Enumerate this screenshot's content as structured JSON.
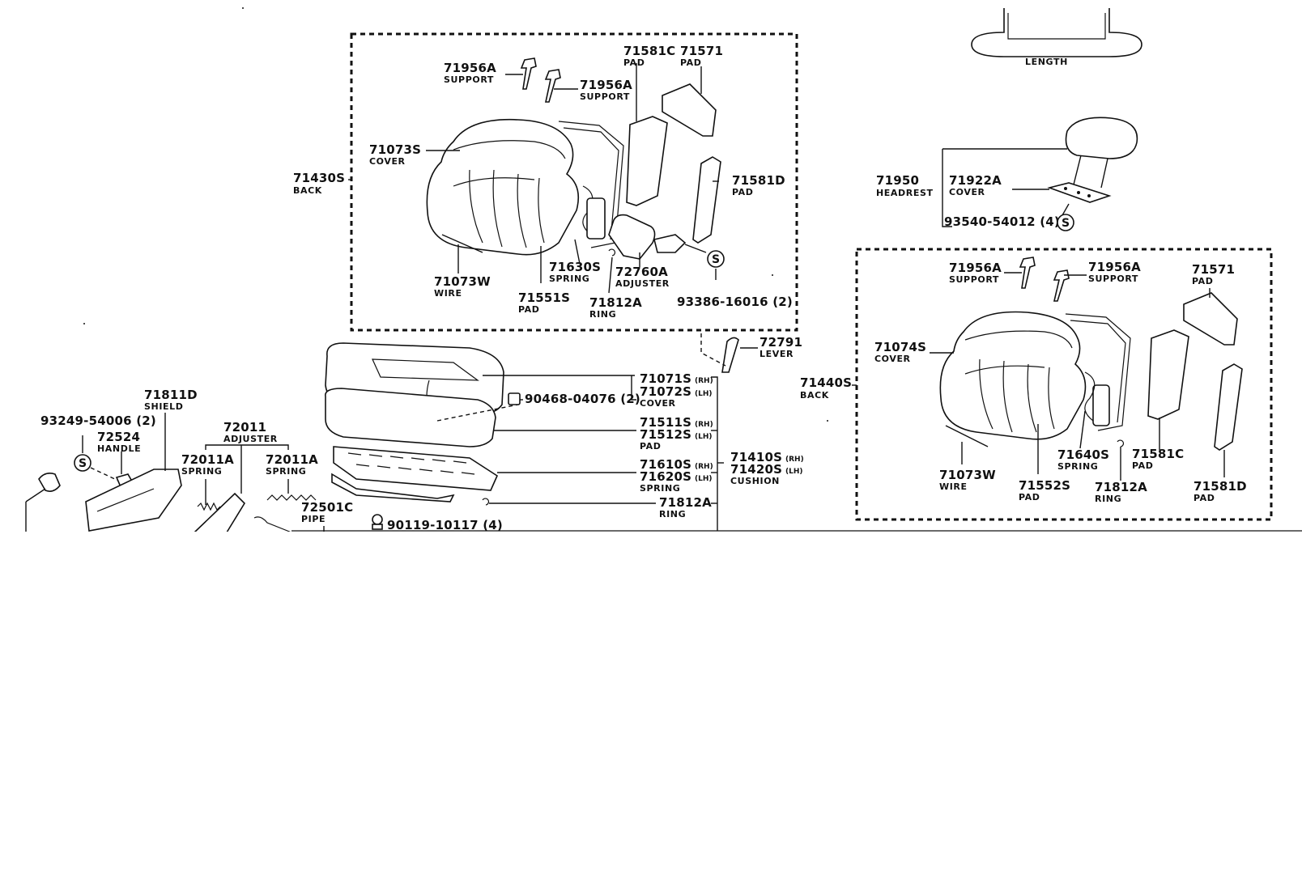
{
  "diagram": {
    "symbols": {
      "s": "S"
    },
    "headrest_group": {
      "length": "LENGTH",
      "p71950": {
        "pn": "71950",
        "name": "HEADREST"
      },
      "p71922A": {
        "pn": "71922A",
        "name": "COVER"
      },
      "p93540": {
        "pn": "93540-54012 (4)"
      }
    },
    "back_lh": {
      "p71430S": {
        "pn": "71430S",
        "name": "BACK"
      },
      "p71956A_1": {
        "pn": "71956A",
        "name": "SUPPORT"
      },
      "p71956A_2": {
        "pn": "71956A",
        "name": "SUPPORT"
      },
      "p71581C": {
        "pn": "71581C",
        "name": "PAD"
      },
      "p71571": {
        "pn": "71571",
        "name": "PAD"
      },
      "p71073S": {
        "pn": "71073S",
        "name": "COVER"
      },
      "p71581D": {
        "pn": "71581D",
        "name": "PAD"
      },
      "p71073W": {
        "pn": "71073W",
        "name": "WIRE"
      },
      "p71630S": {
        "pn": "71630S",
        "name": "SPRING"
      },
      "p72760A": {
        "pn": "72760A",
        "name": "ADJUSTER"
      },
      "p71551S": {
        "pn": "71551S",
        "name": "PAD"
      },
      "p71812A": {
        "pn": "71812A",
        "name": "RING"
      },
      "p93386": {
        "pn": "93386-16016 (2)"
      }
    },
    "cushion": {
      "p72791": {
        "pn": "72791",
        "name": "LEVER"
      },
      "p71071S": {
        "pn": "71071S",
        "suffix": "(RH)"
      },
      "p71072S": {
        "pn": "71072S",
        "suffix": "(LH)",
        "name": "COVER"
      },
      "p90468": {
        "pn": "90468-04076 (2)"
      },
      "p71511S": {
        "pn": "71511S",
        "suffix": "(RH)"
      },
      "p71512S": {
        "pn": "71512S",
        "suffix": "(LH)",
        "name": "PAD"
      },
      "p71610S": {
        "pn": "71610S",
        "suffix": "(RH)"
      },
      "p71620S": {
        "pn": "71620S",
        "suffix": "(LH)",
        "name": "SPRING"
      },
      "p71410S": {
        "pn": "71410S",
        "suffix": "(RH)"
      },
      "p71420S": {
        "pn": "71420S",
        "suffix": "(LH)",
        "name": "CUSHION"
      },
      "p71812A": {
        "pn": "71812A",
        "name": "RING"
      },
      "p90119": {
        "pn": "90119-10117 (4)"
      }
    },
    "adjuster": {
      "p93249": {
        "pn": "93249-54006 (2)"
      },
      "p72524": {
        "pn": "72524",
        "name": "HANDLE"
      },
      "p71811D": {
        "pn": "71811D",
        "name": "SHIELD"
      },
      "p72011": {
        "pn": "72011",
        "name": "ADJUSTER"
      },
      "p72011A_1": {
        "pn": "72011A",
        "name": "SPRING"
      },
      "p72011A_2": {
        "pn": "72011A",
        "name": "SPRING"
      },
      "p72501C": {
        "pn": "72501C",
        "name": "PIPE"
      }
    },
    "back_rh": {
      "p71440S": {
        "pn": "71440S",
        "name": "BACK"
      },
      "p71956A_1": {
        "pn": "71956A",
        "name": "SUPPORT"
      },
      "p71956A_2": {
        "pn": "71956A",
        "name": "SUPPORT"
      },
      "p71571": {
        "pn": "71571",
        "name": "PAD"
      },
      "p71074S": {
        "pn": "71074S",
        "name": "COVER"
      },
      "p71073W": {
        "pn": "71073W",
        "name": "WIRE"
      },
      "p71552S": {
        "pn": "71552S",
        "name": "PAD"
      },
      "p71640S": {
        "pn": "71640S",
        "name": "SPRING"
      },
      "p71812A": {
        "pn": "71812A",
        "name": "RING"
      },
      "p71581C": {
        "pn": "71581C",
        "name": "PAD"
      },
      "p71581D": {
        "pn": "71581D",
        "name": "PAD"
      }
    }
  }
}
